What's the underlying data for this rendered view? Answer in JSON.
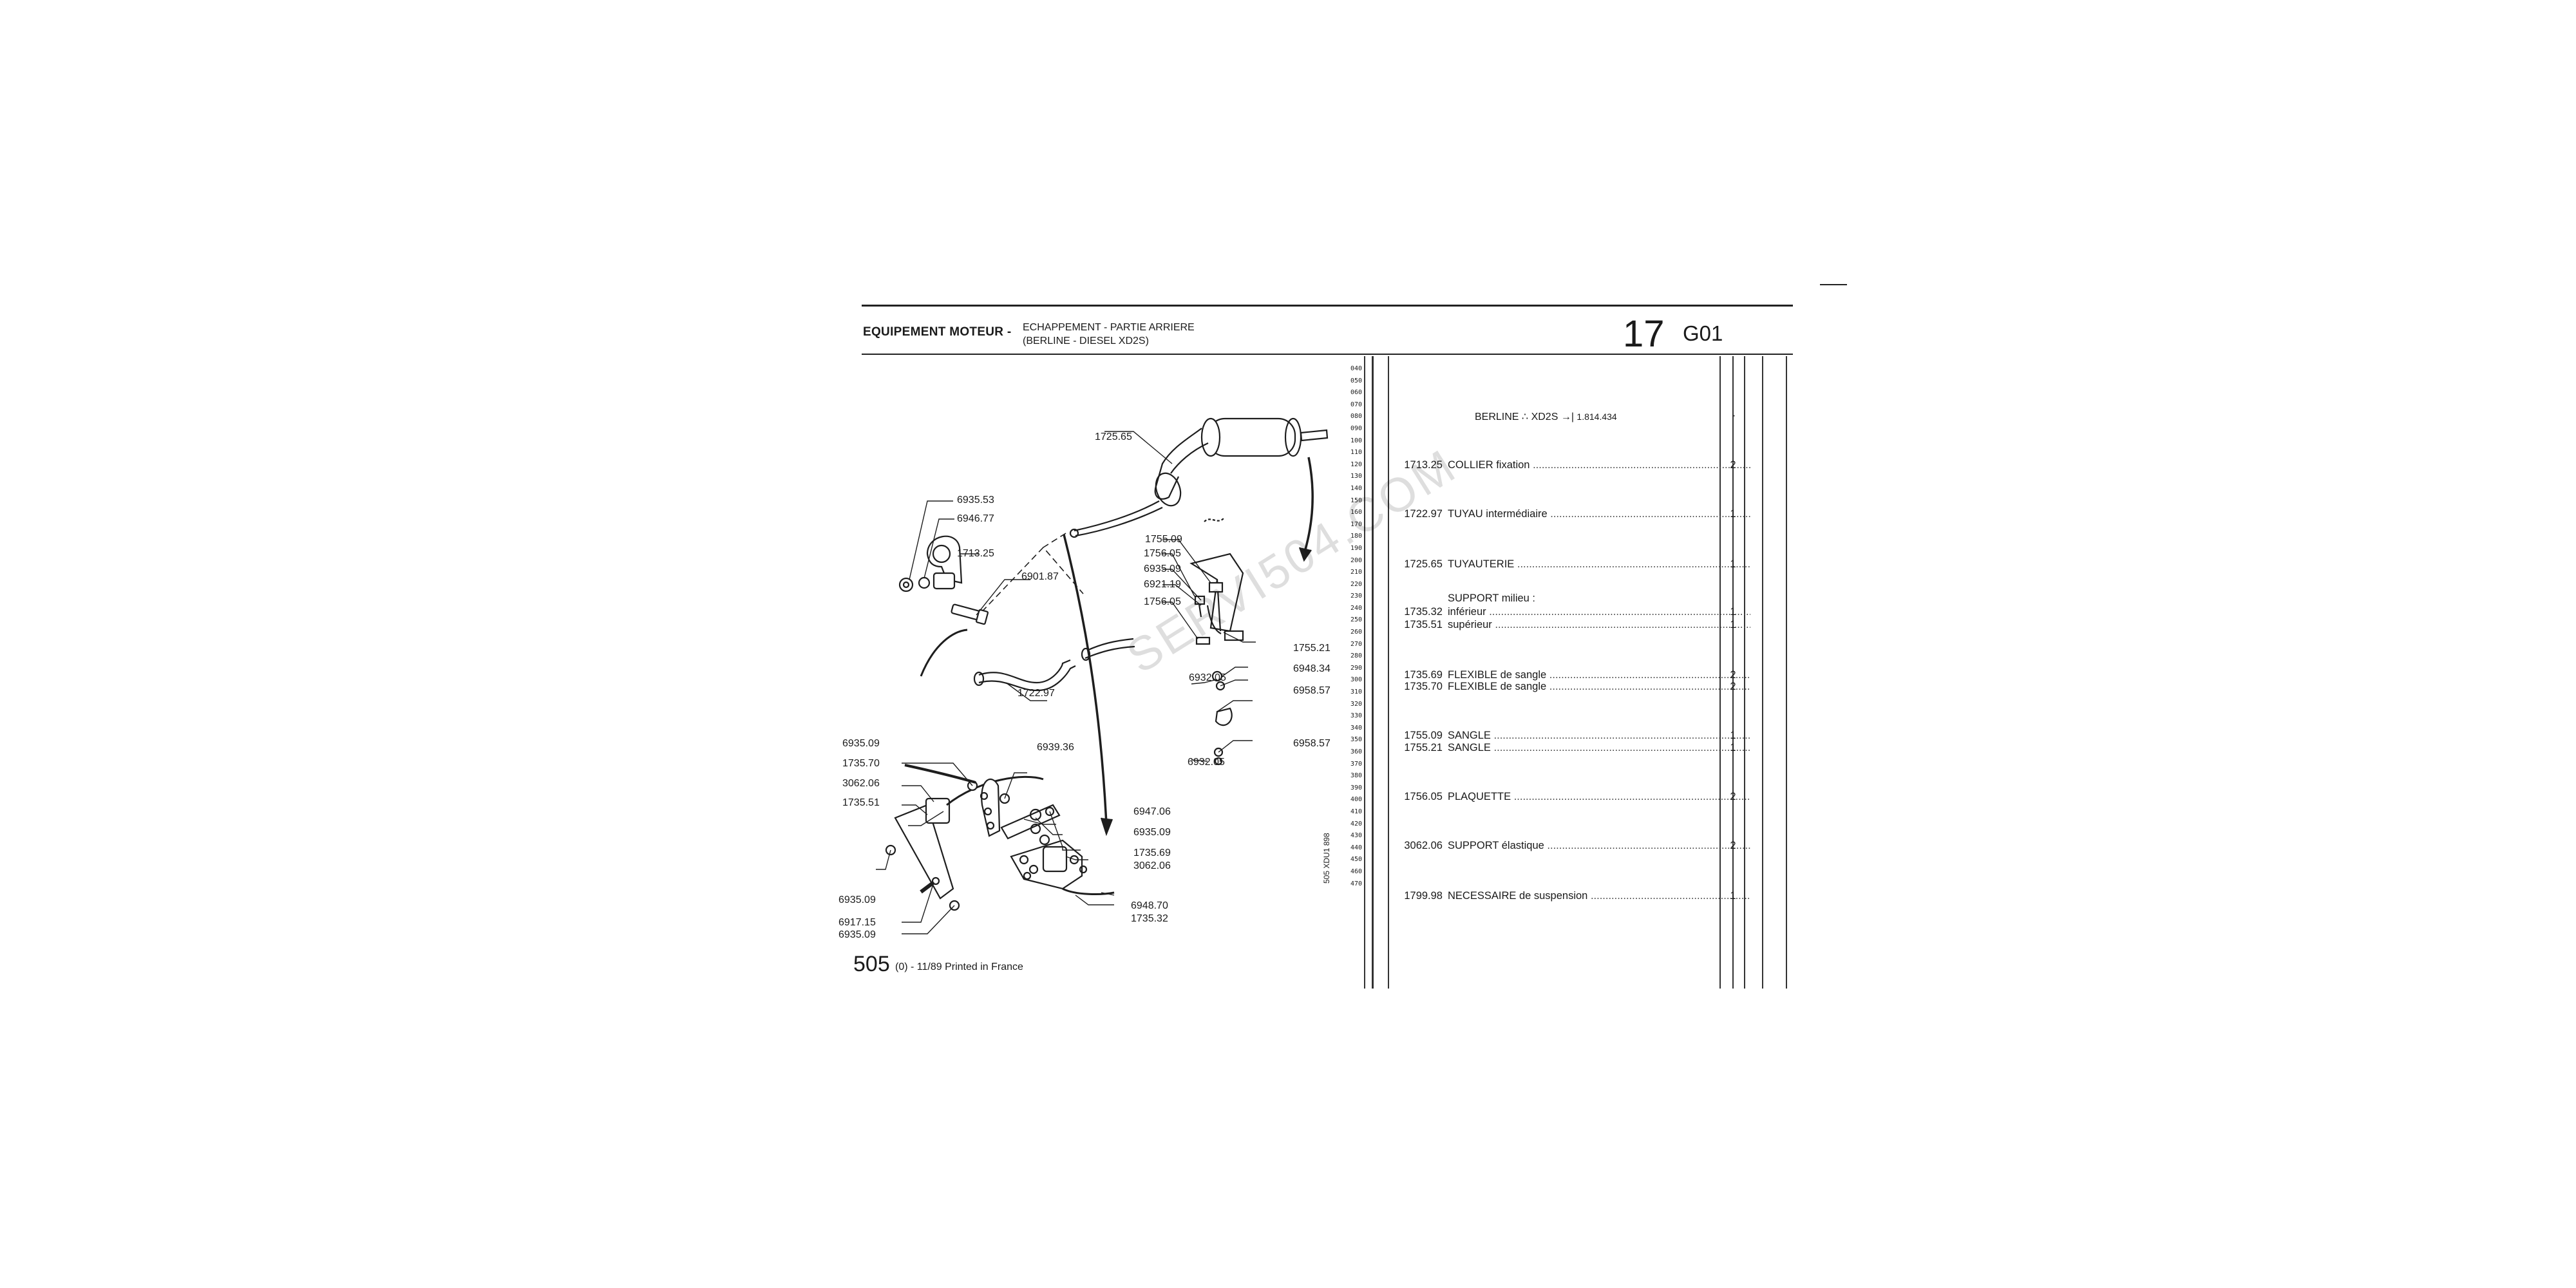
{
  "header": {
    "section": "EQUIPEMENT MOTEUR -",
    "subtitle_line1": "ECHAPPEMENT - PARTIE ARRIERE",
    "subtitle_line2": "(BERLINE - DIESEL XD2S)",
    "group_number": "17",
    "group_code": "G01"
  },
  "scale_marks": [
    "040",
    "050",
    "060",
    "070",
    "080",
    "090",
    "100",
    "110",
    "120",
    "130",
    "140",
    "150",
    "160",
    "170",
    "180",
    "190",
    "200",
    "210",
    "220",
    "230",
    "240",
    "250",
    "260",
    "270",
    "280",
    "290",
    "300",
    "310",
    "320",
    "330",
    "340",
    "350",
    "360",
    "370",
    "380",
    "390",
    "400",
    "410",
    "420",
    "430",
    "440",
    "450",
    "460",
    "470"
  ],
  "vertical_code": "505 XDU1 898",
  "parts_list": {
    "application": "BERLINE",
    "application_engine": "XD2S",
    "application_serial": "1.814.434",
    "application_mark": "·",
    "rows": [
      {
        "ref": "1713.25",
        "desc": "COLLIER fixation",
        "qty": "2"
      },
      {
        "ref": "1722.97",
        "desc": "TUYAU intermédiaire",
        "qty": "1"
      },
      {
        "ref": "1725.65",
        "desc": "TUYAUTERIE",
        "qty": "1"
      },
      {
        "ref": "",
        "desc": "SUPPORT milieu :",
        "qty": ""
      },
      {
        "ref": "1735.32",
        "desc": "inférieur",
        "qty": "1"
      },
      {
        "ref": "1735.51",
        "desc": "supérieur",
        "qty": "1"
      },
      {
        "ref": "1735.69",
        "desc": "FLEXIBLE de sangle",
        "qty": "2"
      },
      {
        "ref": "1735.70",
        "desc": "FLEXIBLE de sangle",
        "qty": "2"
      },
      {
        "ref": "1755.09",
        "desc": "SANGLE",
        "qty": "1"
      },
      {
        "ref": "1755.21",
        "desc": "SANGLE",
        "qty": "1"
      },
      {
        "ref": "1756.05",
        "desc": "PLAQUETTE",
        "qty": "2"
      },
      {
        "ref": "3062.06",
        "desc": "SUPPORT élastique",
        "qty": "2"
      },
      {
        "ref": "1799.98",
        "desc": "NECESSAIRE de suspension",
        "qty": "1"
      }
    ]
  },
  "diagram_labels": {
    "l1725_65": "1725.65",
    "l6935_53": "6935.53",
    "l6946_77": "6946.77",
    "l1713_25": "1713.25",
    "l6901_87": "6901.87",
    "l1722_97": "1722.97",
    "l1755_09": "1755.09",
    "l1756_05a": "1756.05",
    "l6935_09a": "6935.09",
    "l6921_19": "6921.19",
    "l1756_05b": "1756.05",
    "l1755_21": "1755.21",
    "l6948_34": "6948.34",
    "l6932_05a": "6932.05",
    "l6958_57a": "6958.57",
    "l6958_57b": "6958.57",
    "l6932_05b": "6932.05",
    "l6935_09b": "6935.09",
    "l1735_70": "1735.70",
    "l3062_06a": "3062.06",
    "l1735_51": "1735.51",
    "l6939_36": "6939.36",
    "l6947_06": "6947.06",
    "l6935_09c": "6935.09",
    "l1735_69": "1735.69",
    "l3062_06b": "3062.06",
    "l6935_09d": "6935.09",
    "l6917_15": "6917.15",
    "l6935_09e": "6935.09",
    "l6948_70": "6948.70",
    "l1735_32": "1735.32"
  },
  "footer": {
    "page": "505",
    "suffix": "(0) - 11/89 Printed in France"
  },
  "watermark": "SERVI504.COM"
}
